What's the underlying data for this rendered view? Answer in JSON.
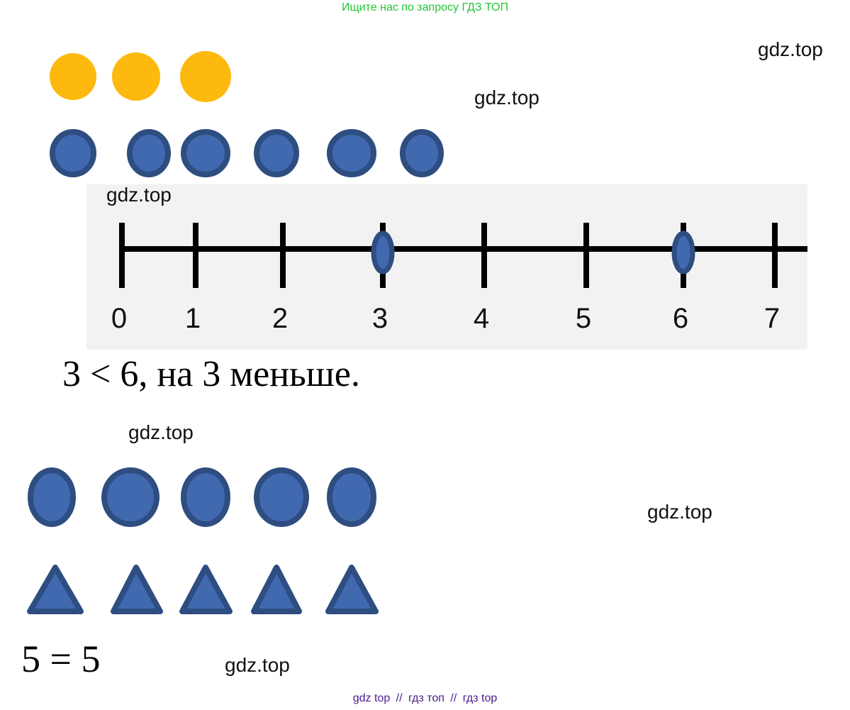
{
  "banner_text": "Ищите нас по запросу ГДЗ ТОП",
  "watermarks": [
    "gdz.top",
    "gdz.top",
    "gdz.top",
    "gdz.top",
    "gdz.top",
    "gdz.top"
  ],
  "number_line": {
    "ticks": [
      "0",
      "1",
      "2",
      "3",
      "4",
      "5",
      "6",
      "7"
    ],
    "marked_values": [
      3,
      6
    ]
  },
  "groups": {
    "top_yellow_circles": 3,
    "top_blue_circles": 6,
    "bottom_blue_ovals": 5,
    "bottom_triangles": 5
  },
  "equations": {
    "first": "3 < 6, на 3 меньше.",
    "second": "5 = 5"
  },
  "footer": {
    "part1": "gdz top",
    "sep1": "//",
    "part2": "гдз топ",
    "sep2": "//",
    "part3": "гдз top"
  },
  "colors": {
    "yellow": "#fdb90d",
    "blue_fill": "#4169b0",
    "blue_stroke": "#2e4d80",
    "banner_green": "#22c832",
    "footer_purple": "#4b1a8c"
  }
}
